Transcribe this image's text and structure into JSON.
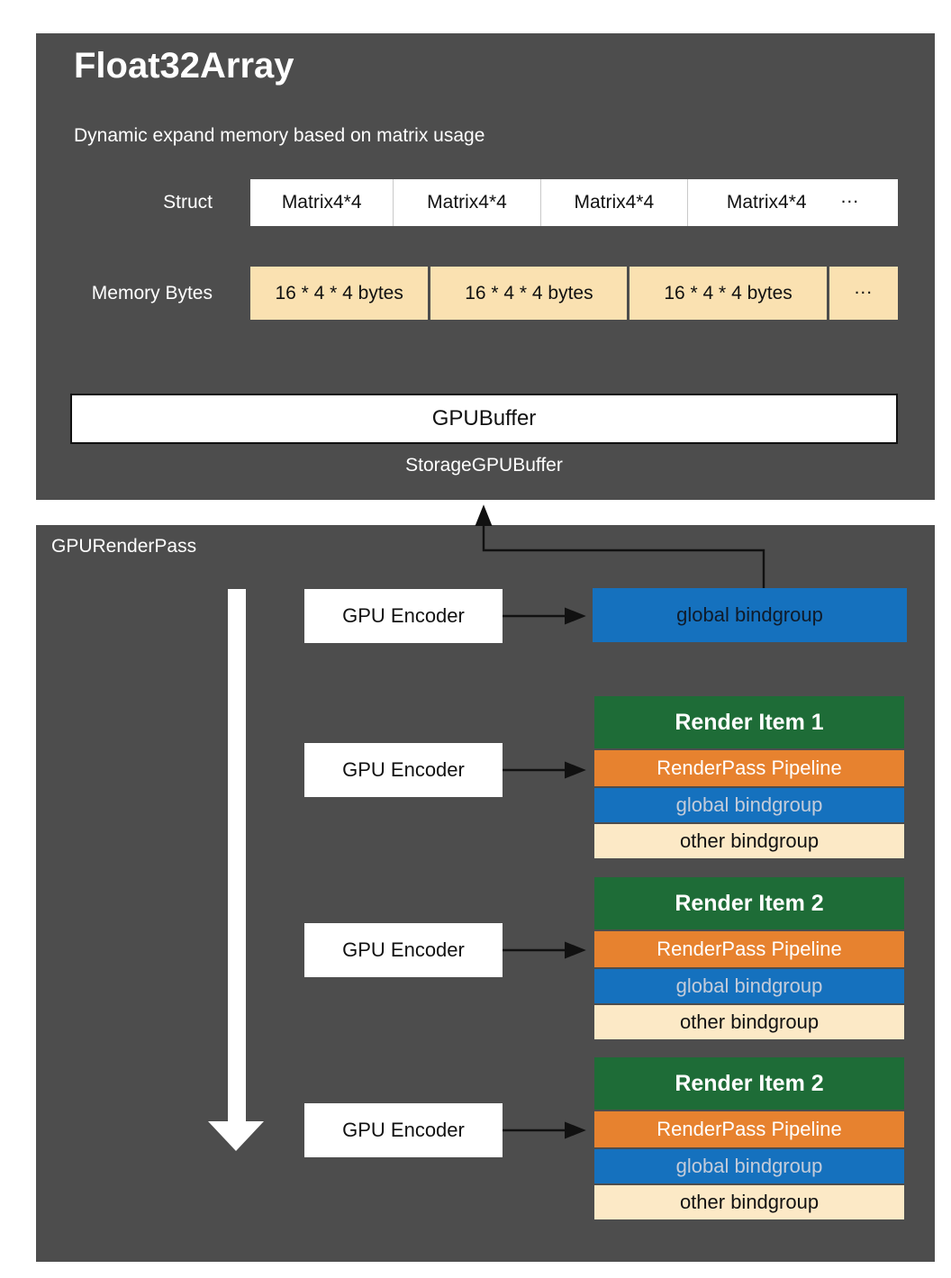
{
  "colors": {
    "panel_bg": "#4D4D4D",
    "blue": "#1571BE",
    "green": "#1E6C37",
    "orange": "#E7822F",
    "memory_tan": "#FAE1B1",
    "cream": "#FCE9C6",
    "arrow": "#111111"
  },
  "float32array": {
    "title": "Float32Array",
    "subtitle": "Dynamic expand memory based on matrix usage",
    "struct_row": {
      "label": "Struct",
      "cells": [
        "Matrix4*4",
        "Matrix4*4",
        "Matrix4*4",
        "Matrix4*4"
      ],
      "ellipsis": "..."
    },
    "memory_row": {
      "label": "Memory Bytes",
      "cells": [
        "16 * 4 * 4 bytes",
        "16 * 4 * 4 bytes",
        "16 * 4 * 4 bytes"
      ],
      "ellipsis": "..."
    },
    "gpu_buffer": "GPUBuffer",
    "storage_caption": "StorageGPUBuffer"
  },
  "render_pass": {
    "title": "GPURenderPass",
    "encoders": [
      "GPU Encoder",
      "GPU Encoder",
      "GPU Encoder",
      "GPU Encoder"
    ],
    "global_bindgroup": "global bindgroup",
    "render_items": [
      {
        "title": "Render Item 1",
        "rows": {
          "pipeline": "RenderPass Pipeline",
          "global": "global bindgroup",
          "other": "other bindgroup"
        }
      },
      {
        "title": "Render Item 2",
        "rows": {
          "pipeline": "RenderPass Pipeline",
          "global": "global bindgroup",
          "other": "other bindgroup"
        }
      },
      {
        "title": "Render Item 2",
        "rows": {
          "pipeline": "RenderPass Pipeline",
          "global": "global bindgroup",
          "other": "other bindgroup"
        }
      }
    ]
  }
}
